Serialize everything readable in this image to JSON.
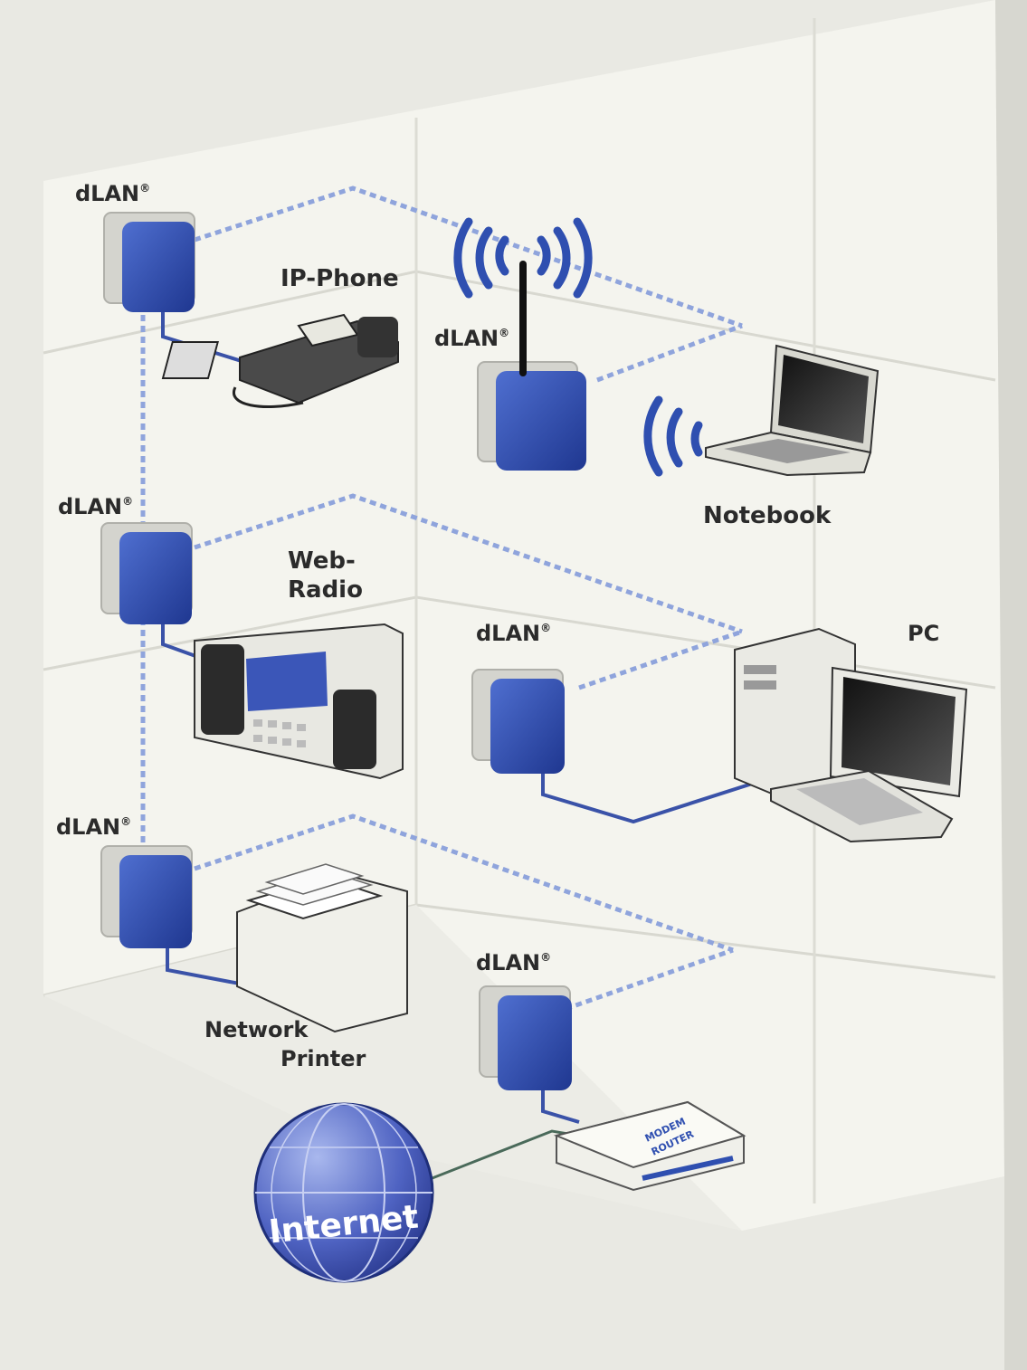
{
  "labels": {
    "dlan_1": "dLAN",
    "dlan_2": "dLAN",
    "dlan_3": "dLAN",
    "dlan_4": "dLAN",
    "dlan_5": "dLAN",
    "dlan_6": "dLAN",
    "registered": "®",
    "ip_phone": "IP-Phone",
    "notebook": "Notebook",
    "web_radio_1": "Web-",
    "web_radio_2": "Radio",
    "pc": "PC",
    "network_printer_1": "Network",
    "network_printer_2": "Printer",
    "internet": "Internet",
    "modem_router_1": "MODEM",
    "modem_router_2": "ROUTER"
  },
  "colors": {
    "adapter": "#2f4fb0",
    "powerline": "#8fa4dc",
    "cable": "#3a52a8",
    "background": "#e9e9e3"
  }
}
